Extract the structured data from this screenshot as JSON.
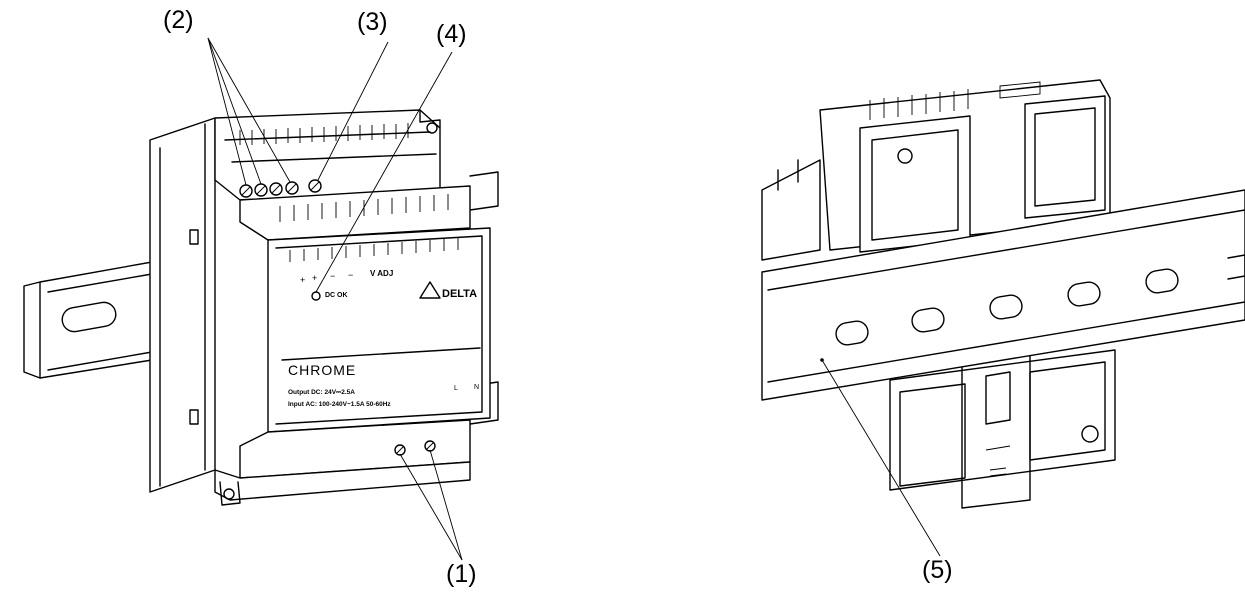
{
  "callouts": {
    "c1": "(1)",
    "c2": "(2)",
    "c3": "(3)",
    "c4": "(4)",
    "c5": "(5)"
  },
  "device_front": {
    "brand": "DELTA",
    "series": "CHROME",
    "dc_ok": "DC OK",
    "plus": "+",
    "minus": "−",
    "adj": "V ADJ",
    "output_spec": "Output DC:  24V⎓2.5A",
    "input_spec": "Input AC:  100-240V~1.5A 50-60Hz",
    "l_mark": "L",
    "n_mark": "N"
  }
}
